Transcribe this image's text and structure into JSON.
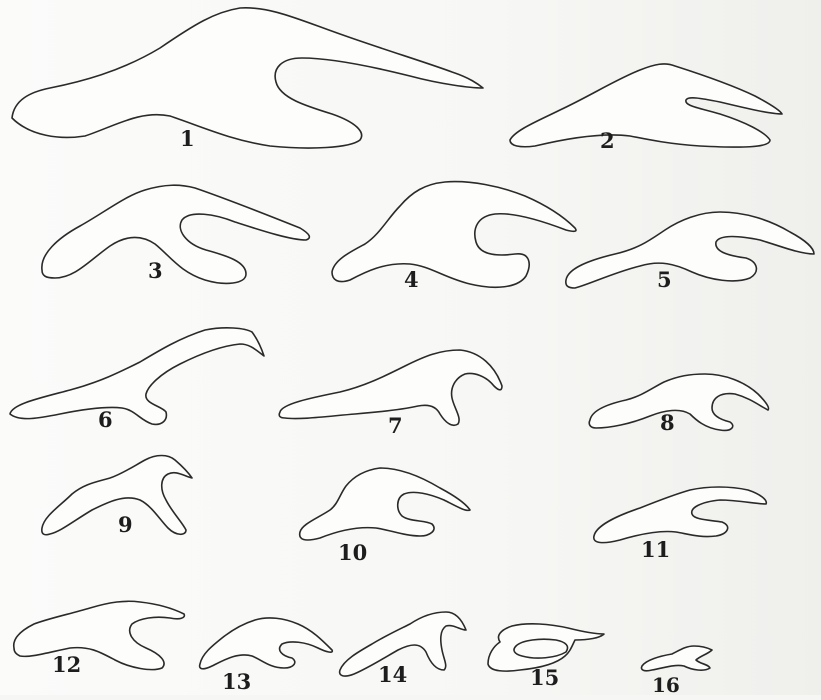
{
  "figures": [
    {
      "number": "1"
    },
    {
      "number": "2"
    },
    {
      "number": "3"
    },
    {
      "number": "4"
    },
    {
      "number": "5"
    },
    {
      "number": "6"
    },
    {
      "number": "7"
    },
    {
      "number": "8"
    },
    {
      "number": "9"
    },
    {
      "number": "10"
    },
    {
      "number": "11"
    },
    {
      "number": "12"
    },
    {
      "number": "13"
    },
    {
      "number": "14"
    },
    {
      "number": "15"
    },
    {
      "number": "16"
    }
  ]
}
